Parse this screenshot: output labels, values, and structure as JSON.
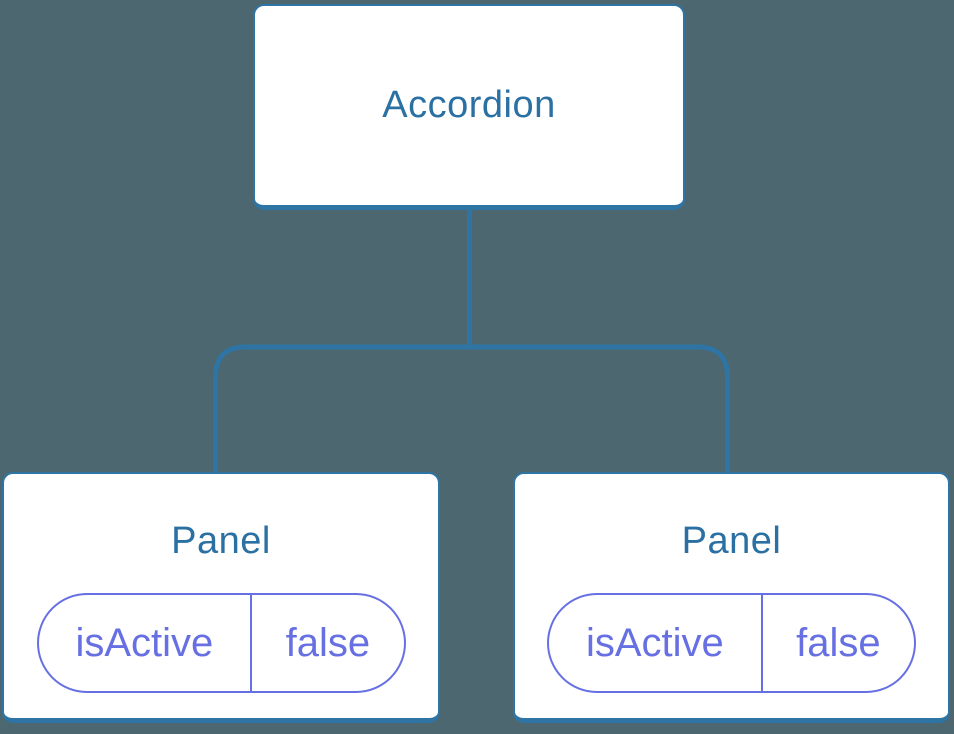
{
  "colors": {
    "background": "#4C6770",
    "node_border": "#2E74A4",
    "node_fill": "#FFFFFF",
    "title_text": "#2B70A3",
    "connector": "#2E74A4",
    "prop_accent": "#6770E2"
  },
  "diagram": {
    "type": "component-tree",
    "root": {
      "label": "Accordion"
    },
    "panels": [
      {
        "label": "Panel",
        "prop_name": "isActive",
        "prop_value": "false"
      },
      {
        "label": "Panel",
        "prop_name": "isActive",
        "prop_value": "false"
      }
    ]
  }
}
